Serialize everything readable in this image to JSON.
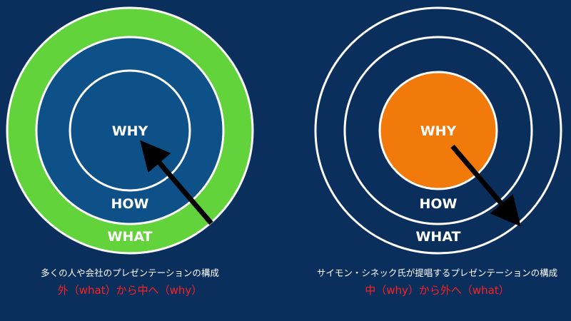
{
  "colors": {
    "background": "#0b2f5c",
    "left_outer_ring": "#62d33a",
    "left_middle_ring": "#0e5088",
    "left_center": "#0e5088",
    "right_center": "#f17a0a",
    "ring_border": "#ffffff",
    "arrow": "#000000",
    "caption_text": "#ffffff",
    "subcaption_text": "#ff2020"
  },
  "left_diagram": {
    "labels": {
      "why": "WHY",
      "how": "HOW",
      "what": "WHAT"
    },
    "caption": "多くの人や会社のプレゼンテーションの構成",
    "subcaption": "外（what）から中へ（why）",
    "arrow_direction": "inward"
  },
  "right_diagram": {
    "labels": {
      "why": "WHY",
      "how": "HOW",
      "what": "WHAT"
    },
    "caption": "サイモン・シネック氏が提唱するプレゼンテーションの構成",
    "subcaption": "中（why）から外へ（what）",
    "arrow_direction": "outward"
  }
}
